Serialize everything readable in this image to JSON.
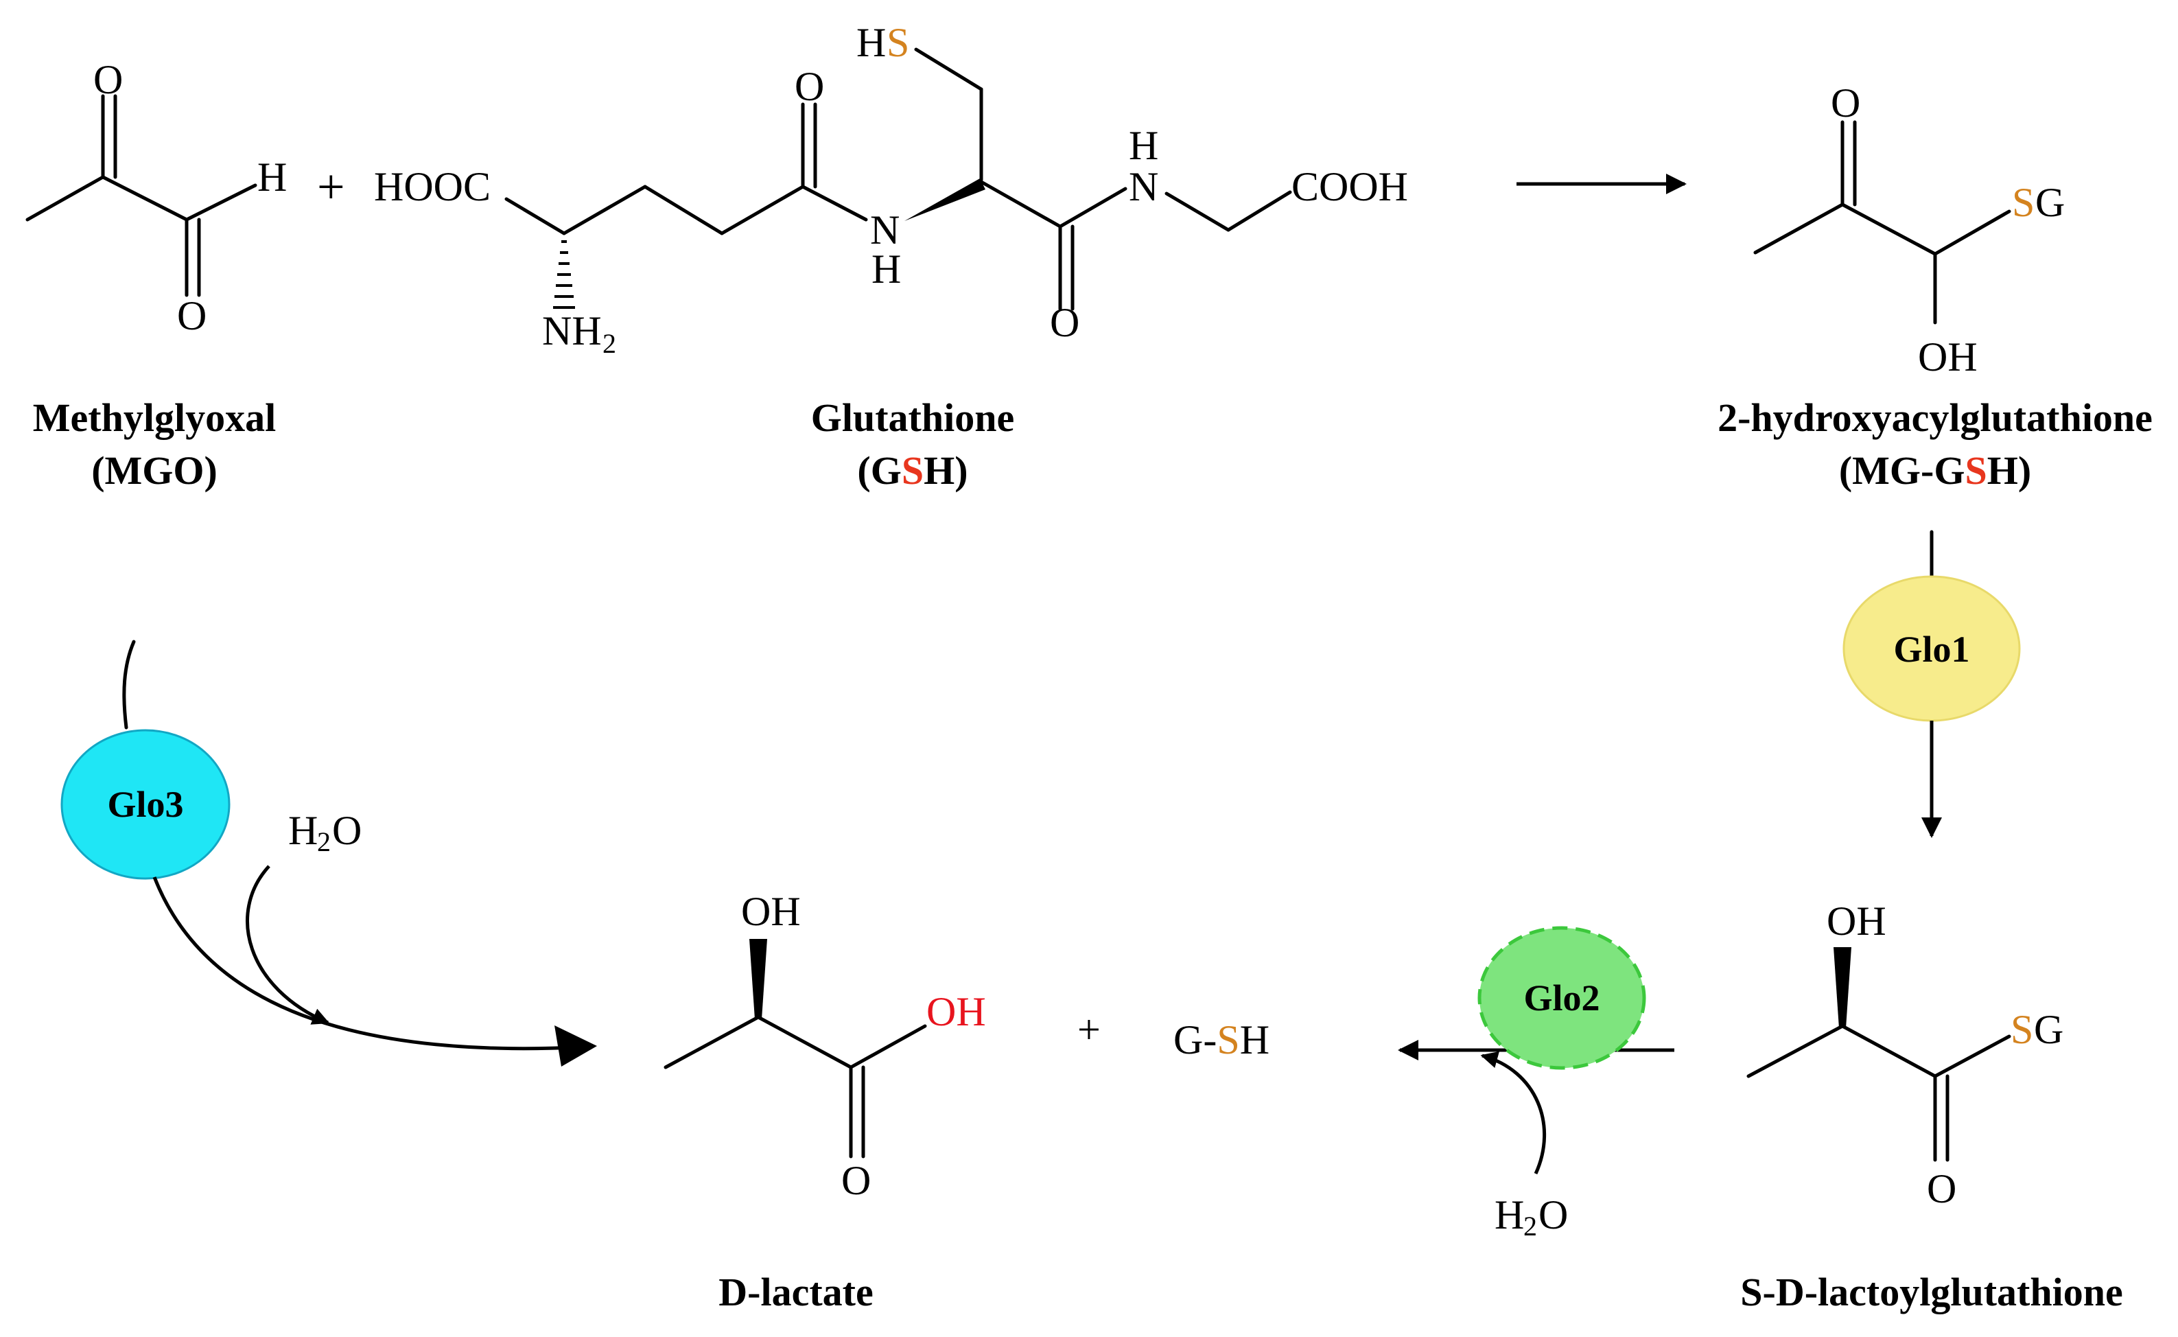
{
  "colors": {
    "sulfur_orange": "#d4831f",
    "sulfur_red": "#e8361e",
    "acid_red": "#e8141e",
    "glo1_fill": "#f7ec8c",
    "glo1_stroke": "#e8d96a",
    "glo2_fill": "#7ee47e",
    "glo2_stroke": "#3cc83c",
    "glo3_fill": "#1fe6f5",
    "glo3_stroke": "#12a7c4"
  },
  "reactants": {
    "plus": "+",
    "mgo": {
      "atom_o_top": "O",
      "atom_o_bottom": "O",
      "atom_h": "H",
      "name": "Methylglyoxal",
      "abbr": "(MGO)"
    },
    "gsh": {
      "atom_hs_h": "H",
      "atom_hs_s": "S",
      "atom_hooc": "HOOC",
      "atom_nh2": "NH",
      "atom_nh2_sub": "2",
      "atom_o1": "O",
      "atom_n1": "N",
      "atom_h1": "H",
      "atom_o2": "O",
      "atom_n2": "N",
      "atom_h2": "H",
      "atom_cooh": "COOH",
      "name": "Glutathione",
      "abbr_open": "(G",
      "abbr_s": "S",
      "abbr_close": "H)"
    }
  },
  "hemithioacetal": {
    "atom_o": "O",
    "atom_s": "S",
    "atom_g": "G",
    "atom_oh": "OH",
    "name": "2-hydroxyacylglutathione",
    "abbr_open": "(MG-G",
    "abbr_s": "S",
    "abbr_close": "H)"
  },
  "enzymes": {
    "glo1": "Glo1",
    "glo2": "Glo2",
    "glo3": "Glo3"
  },
  "lactoylglutathione": {
    "atom_oh": "OH",
    "atom_s": "S",
    "atom_g": "G",
    "atom_o": "O",
    "name": "S-D-lactoylglutathione"
  },
  "products": {
    "plus": "+",
    "water_glo3": {
      "h": "H",
      "sub": "2",
      "o": "O"
    },
    "water_glo2": {
      "h": "H",
      "sub": "2",
      "o": "O"
    },
    "dlactate": {
      "atom_oh_top": "OH",
      "atom_oh_acid": "OH",
      "atom_o": "O",
      "name": "D-lactate"
    },
    "gsh_product": {
      "g": "G-",
      "s": "S",
      "h": "H"
    }
  }
}
